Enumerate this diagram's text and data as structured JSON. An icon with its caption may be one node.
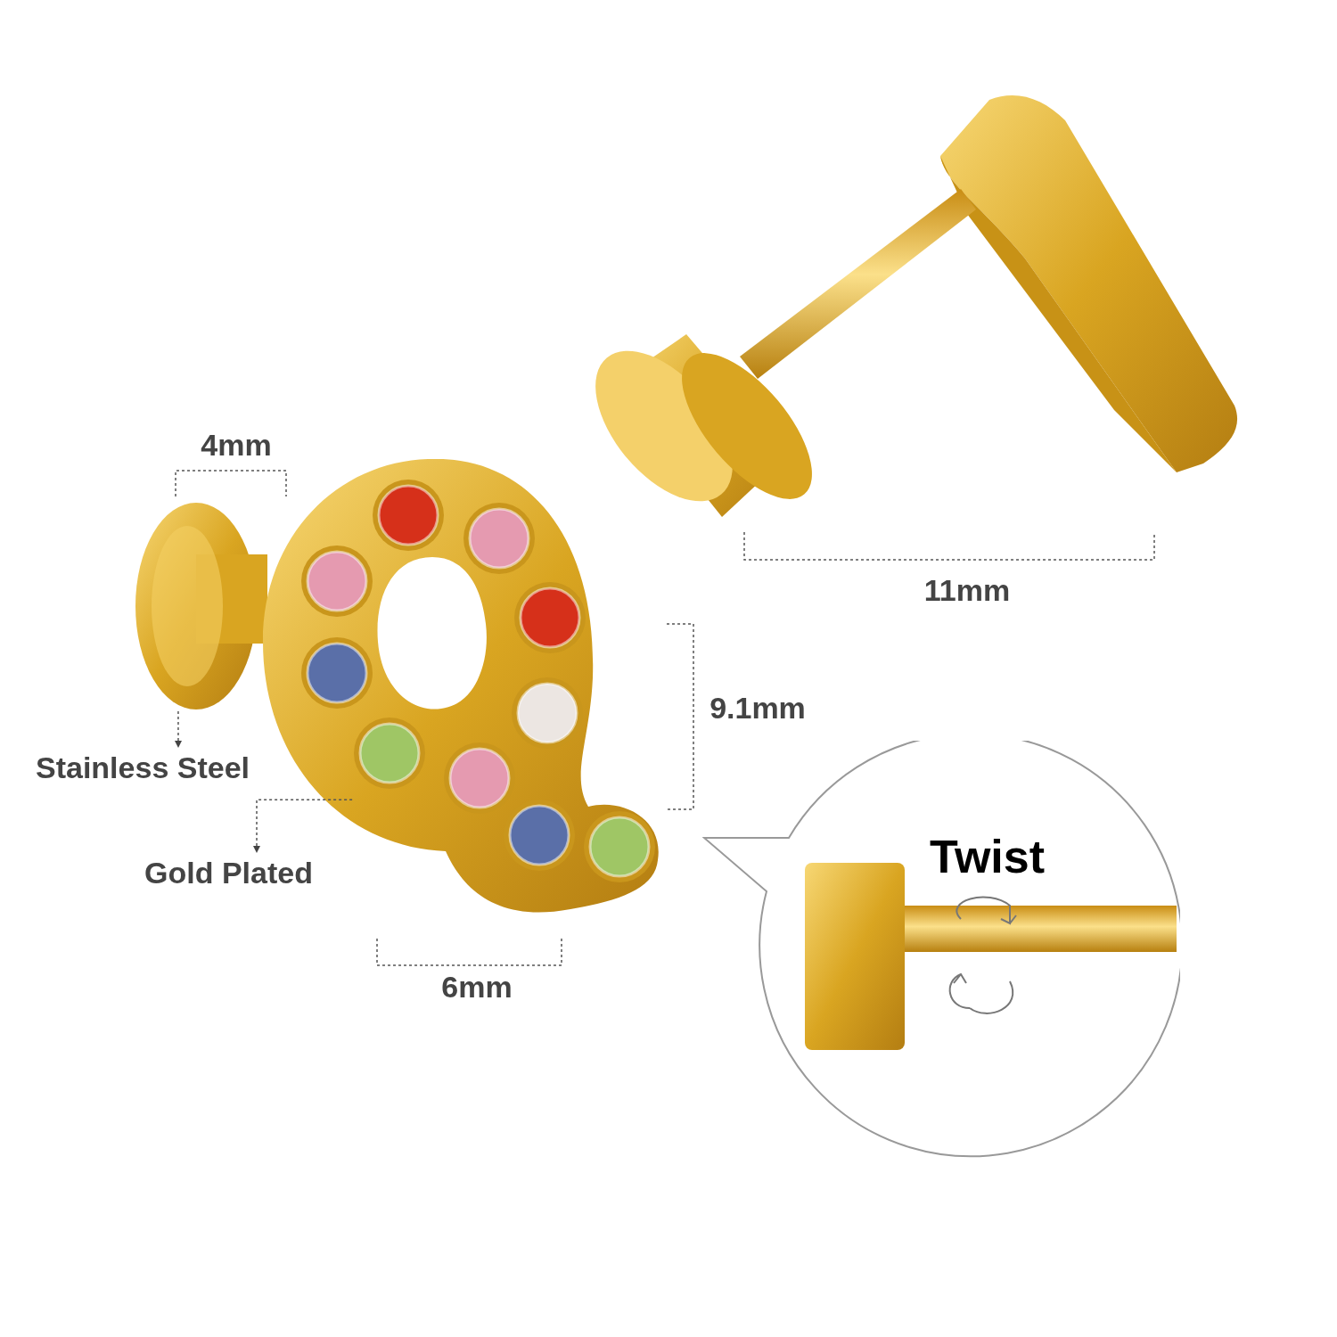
{
  "diagram": {
    "nodes": [
      {
        "text": [
          "Stainless Steel"
        ]
      },
      {
        "text": [],
        "shape": "picture"
      },
      {
        "text": [
          "Gold Plated"
        ]
      },
      {
        "text": [],
        "shape": "picture"
      },
      {
        "text": [
          "Twist"
        ]
      }
    ],
    "edges": [
      {
        "from": 1,
        "to": 0,
        "arrow": "to",
        "style": "dashed"
      },
      {
        "from": 3,
        "to": 2,
        "arrow": "to",
        "style": "dashed"
      }
    ],
    "labels": [
      "4mm",
      "11mm",
      "9.1mm",
      "6mm"
    ]
  }
}
